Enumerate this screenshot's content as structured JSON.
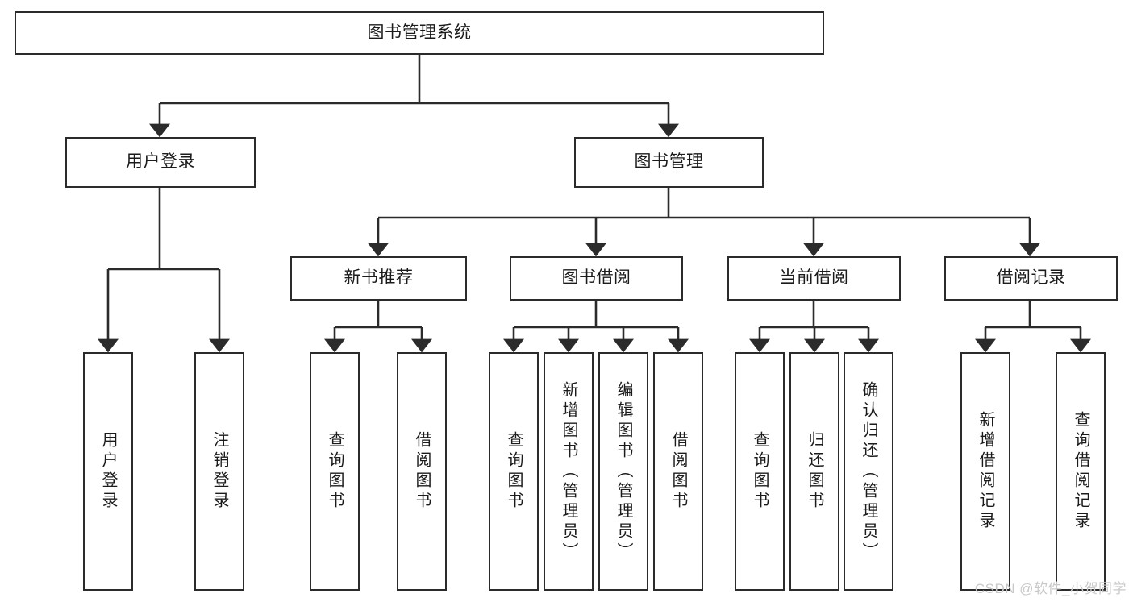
{
  "diagram": {
    "title": "图书管理系统",
    "type": "tree",
    "root": {
      "label": "图书管理系统"
    },
    "level2": [
      {
        "label": "用户登录"
      },
      {
        "label": "图书管理"
      }
    ],
    "level3": [
      {
        "label": "新书推荐"
      },
      {
        "label": "图书借阅"
      },
      {
        "label": "当前借阅"
      },
      {
        "label": "借阅记录"
      }
    ],
    "leaves": {
      "user_login": [
        {
          "label": "用户登录"
        },
        {
          "label": "注销登录"
        }
      ],
      "new_book_recommend": [
        {
          "label": "查询图书"
        },
        {
          "label": "借阅图书"
        }
      ],
      "book_borrow": [
        {
          "label": "查询图书"
        },
        {
          "label": "新增图书（管理员）"
        },
        {
          "label": "编辑图书（管理员）"
        },
        {
          "label": "借阅图书"
        }
      ],
      "current_borrow": [
        {
          "label": "查询图书"
        },
        {
          "label": "归还图书"
        },
        {
          "label": "确认归还（管理员）"
        }
      ],
      "borrow_record": [
        {
          "label": "新增借阅记录"
        },
        {
          "label": "查询借阅记录"
        }
      ]
    }
  },
  "watermark": {
    "text": "CSDN @软件_小贺同学"
  },
  "colors": {
    "stroke": "#2b2b2b",
    "fill": "#ffffff",
    "text": "#1b1b1b",
    "watermark": "#c9c9c9"
  }
}
